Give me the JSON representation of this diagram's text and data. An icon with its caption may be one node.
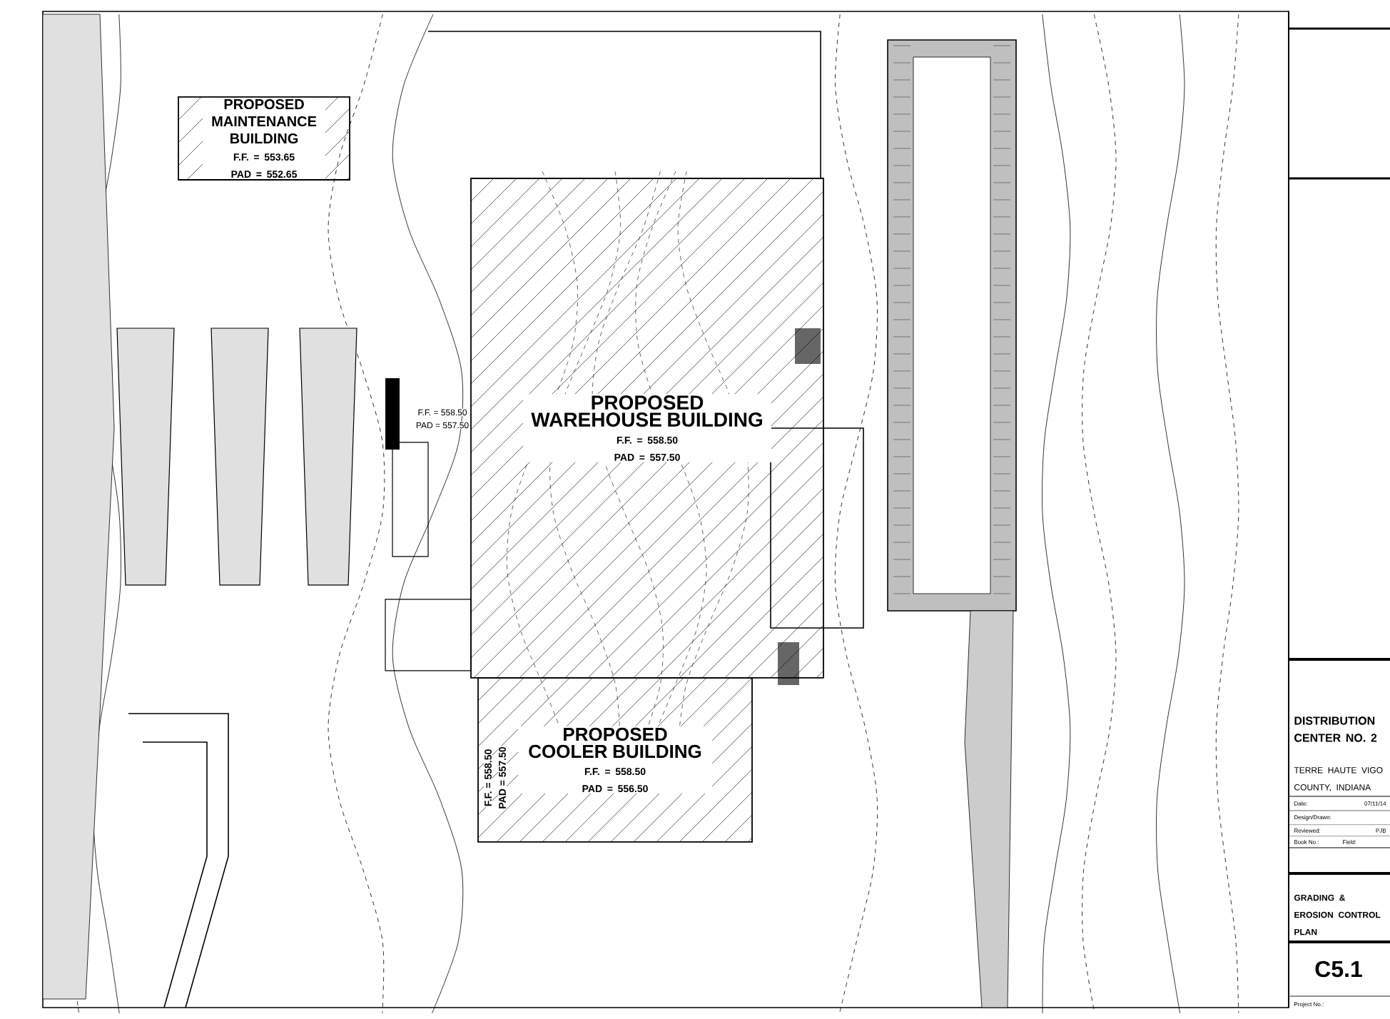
{
  "diagram": {
    "nodes": [
      {
        "text": [
          "PROPOSED MAINTENANCE BUILDING",
          "F.F. = 553.65",
          "PAD = 552.65"
        ]
      },
      {
        "text": [
          "PROPOSED WAREHOUSE BUILDING",
          "F.F. = 558.50",
          "PAD = 557.50"
        ]
      },
      {
        "text": [
          "PROPOSED COOLER BUILDING",
          "F.F. = 558.50",
          "PAD = 556.50"
        ]
      }
    ],
    "edges": [],
    "labels": [
      "F.F. = 558.50",
      "PAD = 557.50",
      "F.F. = 558.50",
      "PAD = 557.50",
      "DISTRIBUTION CENTER NO. 2",
      "TERRE HAUTE VIGO COUNTY, INDIANA",
      "Date:",
      "07/11/14",
      "Design/Drawn:",
      "Reviewed:",
      "PJB",
      "Book No.:",
      "Field:",
      "GRADING & EROSION CONTROL PLAN",
      "C5.1",
      "Project No.:"
    ]
  }
}
